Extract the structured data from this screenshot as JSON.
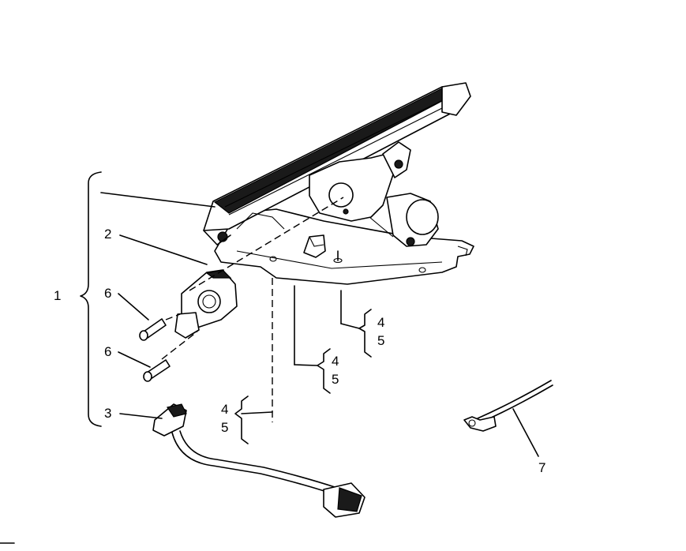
{
  "callouts": {
    "assembly": "1",
    "sensor": "2",
    "harness": "3",
    "bolt_a": "4",
    "nut_a": "5",
    "bolt_b": "4",
    "nut_b": "5",
    "bolt_c": "4",
    "nut_c": "5",
    "screw_upper": "6",
    "screw_lower": "6",
    "tie_strap": "7"
  }
}
